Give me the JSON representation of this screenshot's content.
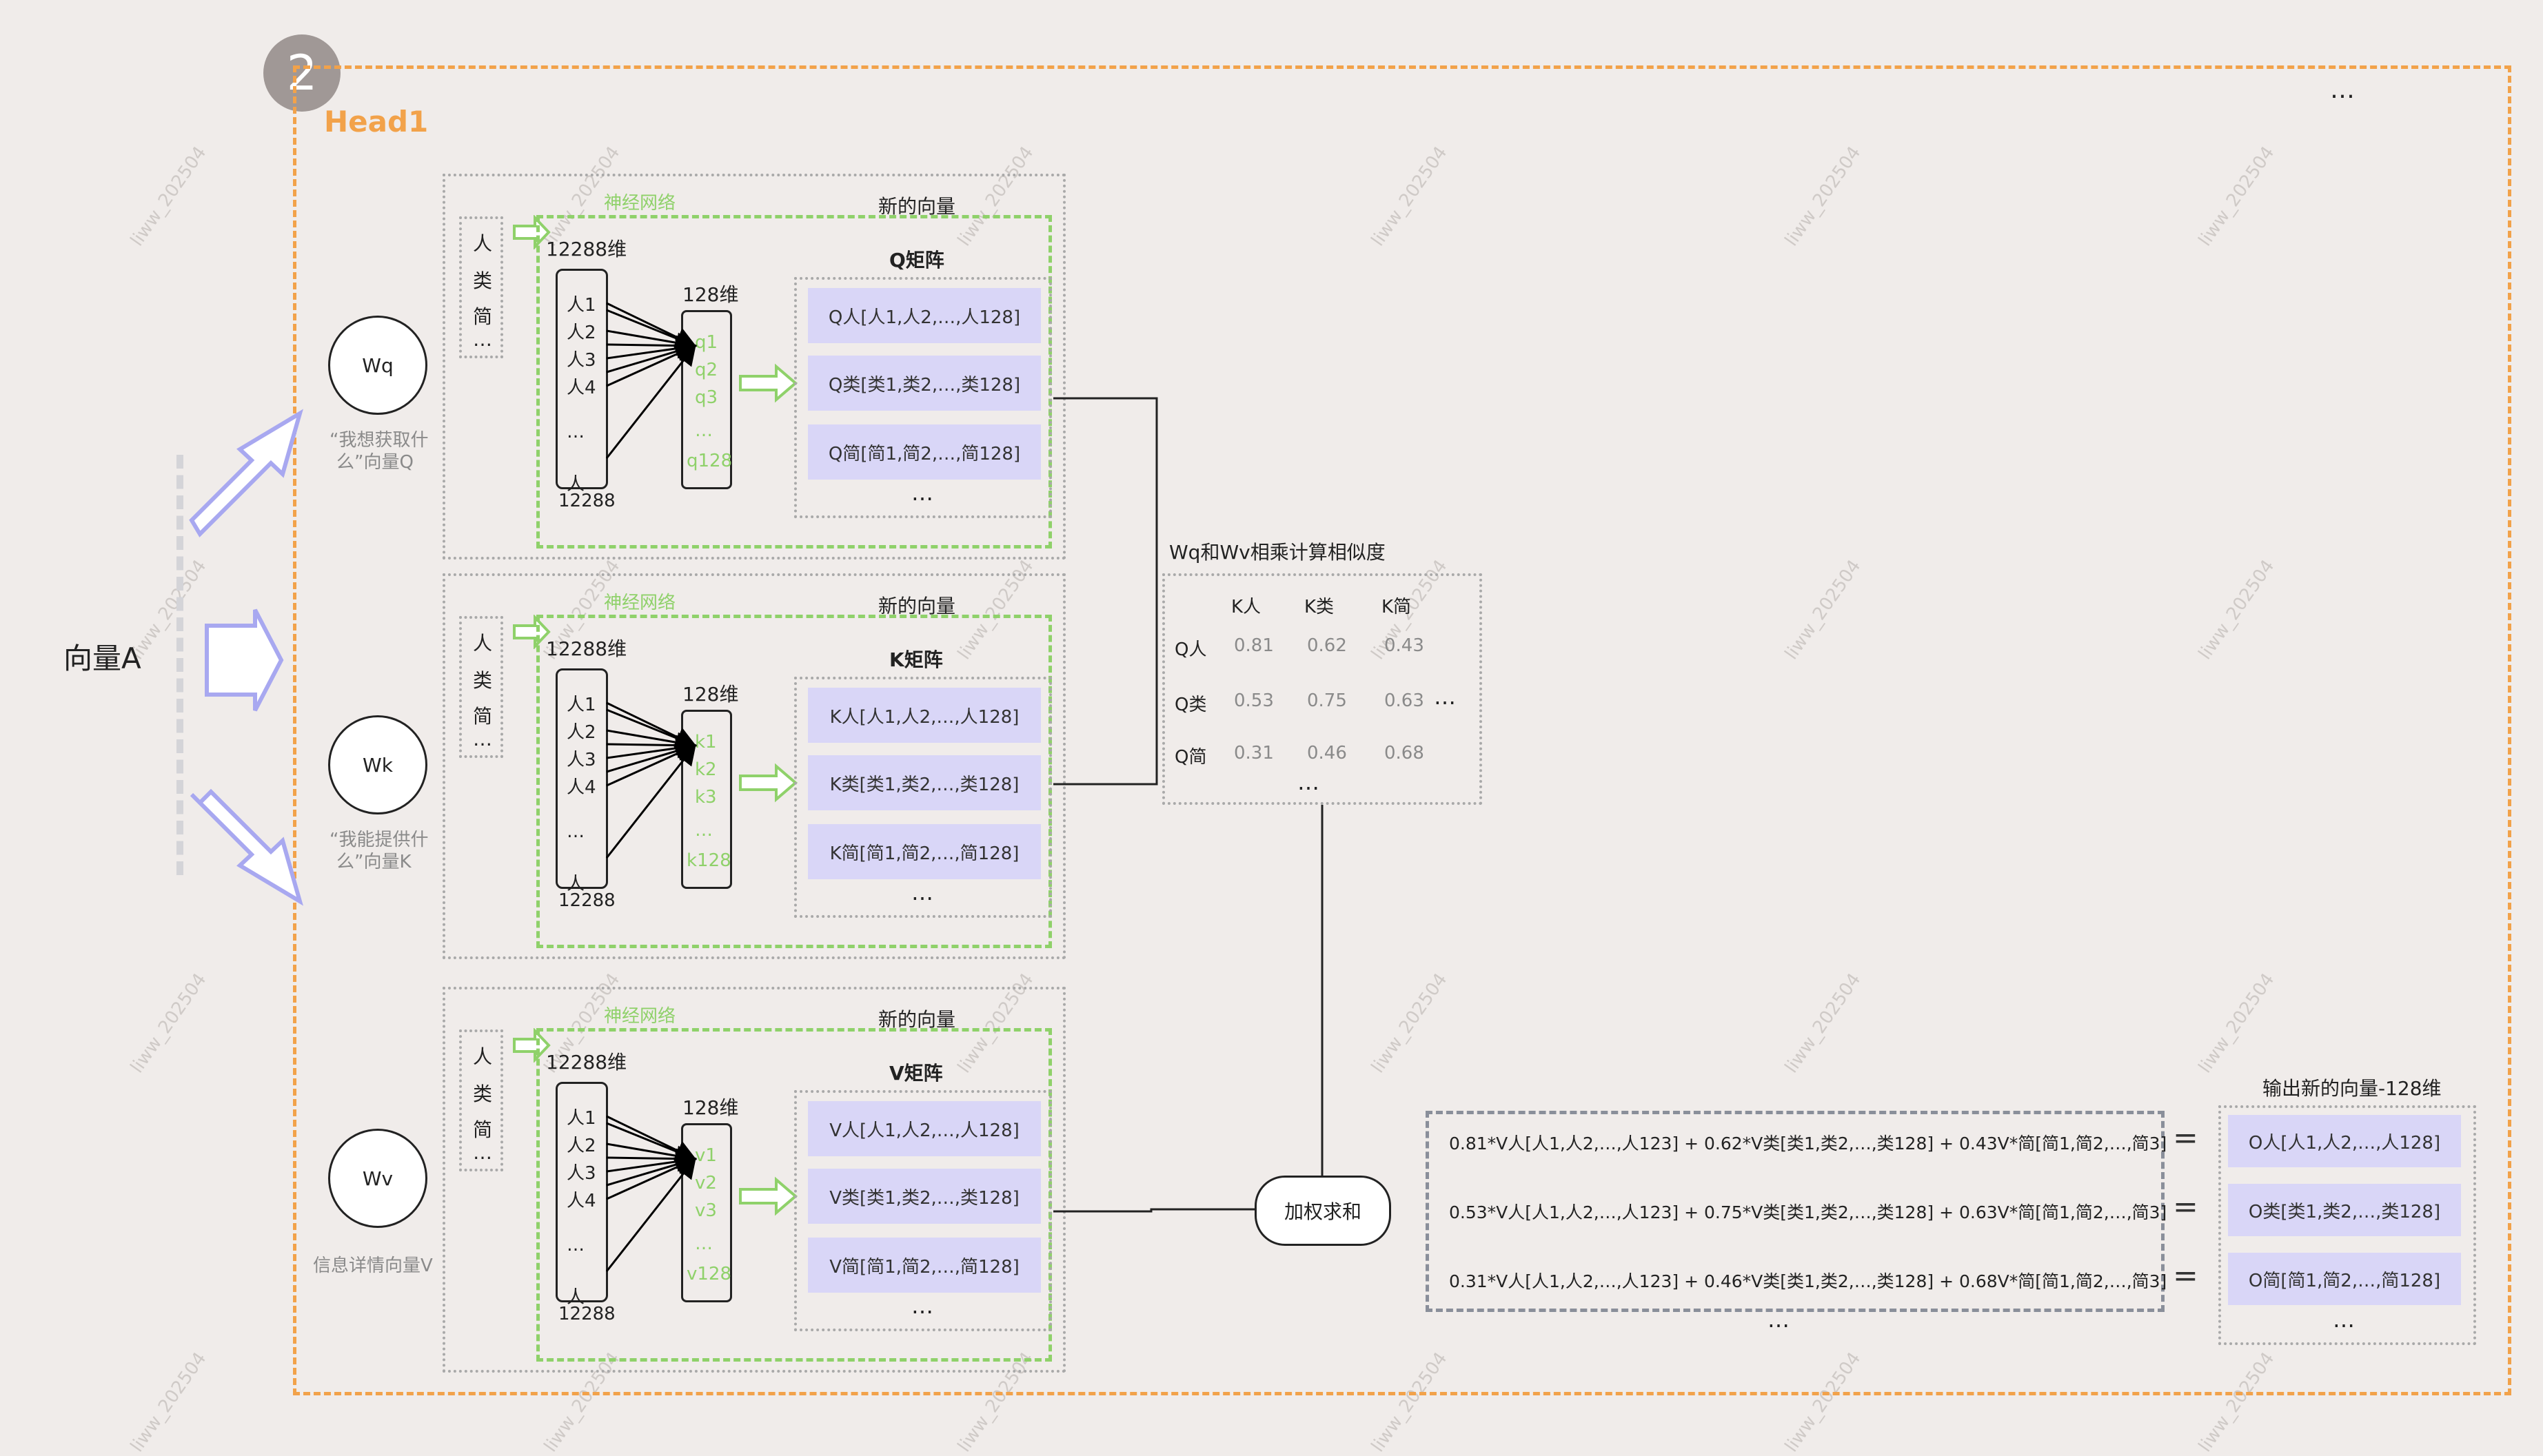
{
  "step_number": "2",
  "head_label": "Head1",
  "input_label": "向量A",
  "top_right_ellipsis": "…",
  "watermark": "liww_202504",
  "heads": [
    {
      "weight": "Wq",
      "weight_caption_1": "“我想获取什",
      "weight_caption_2": "么”向量Q",
      "tokens": [
        "人",
        "类",
        "简",
        "…"
      ],
      "nn_label": "神经网络",
      "dim_big": "12288维",
      "dim_small": "128维",
      "input_nodes": [
        "人1",
        "人2",
        "人3",
        "人4",
        "…",
        "人",
        "12288"
      ],
      "output_nodes": [
        "q1",
        "q2",
        "q3",
        "…",
        "q128"
      ],
      "new_vector_label": "新的向量",
      "matrix_title": "Q矩阵",
      "rows": [
        "Q人[人1,人2,…,人128]",
        "Q类[类1,类2,…,类128]",
        "Q简[简1,简2,…,简128]"
      ],
      "rows_ellipsis": "…"
    },
    {
      "weight": "Wk",
      "weight_caption_1": "“我能提供什",
      "weight_caption_2": "么”向量K",
      "tokens": [
        "人",
        "类",
        "简",
        "…"
      ],
      "nn_label": "神经网络",
      "dim_big": "12288维",
      "dim_small": "128维",
      "input_nodes": [
        "人1",
        "人2",
        "人3",
        "人4",
        "…",
        "人",
        "12288"
      ],
      "output_nodes": [
        "k1",
        "k2",
        "k3",
        "…",
        "k128"
      ],
      "new_vector_label": "新的向量",
      "matrix_title": "K矩阵",
      "rows": [
        "K人[人1,人2,…,人128]",
        "K类[类1,类2,…,类128]",
        "K简[简1,简2,…,简128]"
      ],
      "rows_ellipsis": "…"
    },
    {
      "weight": "Wv",
      "weight_caption_1": "信息详情向量V",
      "weight_caption_2": "",
      "tokens": [
        "人",
        "类",
        "简",
        "…"
      ],
      "nn_label": "神经网络",
      "dim_big": "12288维",
      "dim_small": "128维",
      "input_nodes": [
        "人1",
        "人2",
        "人3",
        "人4",
        "…",
        "人",
        "12288"
      ],
      "output_nodes": [
        "v1",
        "v2",
        "v3",
        "…",
        "v128"
      ],
      "new_vector_label": "新的向量",
      "matrix_title": "V矩阵",
      "rows": [
        "V人[人1,人2,…,人128]",
        "V类[类1,类2,…,类128]",
        "V简[简1,简2,…,简128]"
      ],
      "rows_ellipsis": "…"
    }
  ],
  "similarity": {
    "title": "Wq和Wv相乘计算相似度",
    "col_headers": [
      "K人",
      "K类",
      "K简"
    ],
    "row_headers": [
      "Q人",
      "Q类",
      "Q简"
    ],
    "values": [
      [
        "0.81",
        "0.62",
        "0.43"
      ],
      [
        "0.53",
        "0.75",
        "0.63"
      ],
      [
        "0.31",
        "0.46",
        "0.68"
      ]
    ],
    "right_ellipsis": "…",
    "bottom_ellipsis": "…"
  },
  "weighted_sum_label": "加权求和",
  "formulas": [
    "0.81*V人[人1,人2,…,人123]  + 0.62*V类[类1,类2,…,类128] + 0.43V*简[简1,简2,…,简3]",
    "0.53*V人[人1,人2,…,人123]  + 0.75*V类[类1,类2,…,类128] + 0.63V*简[简1,简2,…,简3]",
    "0.31*V人[人1,人2,…,人123]  + 0.46*V类[类1,类2,…,类128] + 0.68V*简[简1,简2,…,简3]"
  ],
  "formulas_ellipsis": "…",
  "equals": "=",
  "output": {
    "title": "输出新的向量-128维",
    "rows": [
      "O人[人1,人2,…,人128]",
      "O类[类1,类2,…,类128]",
      "O简[简1,简2,…,简128]"
    ],
    "ellipsis": "…"
  },
  "colors": {
    "orange": "#f2a24a",
    "green": "#8fd16a",
    "lavender": "#d9d6f7",
    "circle_gray": "#a09896"
  }
}
